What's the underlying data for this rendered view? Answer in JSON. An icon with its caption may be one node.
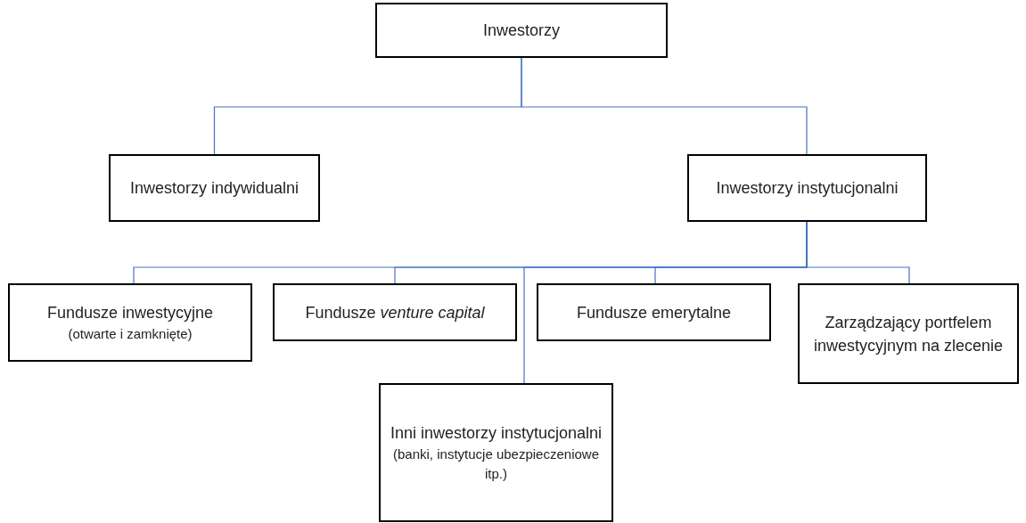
{
  "diagram": {
    "nodes": [
      {
        "text": [
          "Inwestorzy"
        ]
      },
      {
        "text": [
          "Inwestorzy indywidualni"
        ]
      },
      {
        "text": [
          "Inwestorzy instytucjonalni"
        ]
      },
      {
        "text": [
          "Fundusze inwestycyjne",
          "(otwarte i zamknięte)"
        ]
      },
      {
        "text": [
          "Fundusze *venture capital*"
        ]
      },
      {
        "text": [
          "Inni inwestorzy instytucjonalni",
          "(banki, instytucje ubezpieczeniowe itp.)"
        ]
      },
      {
        "text": [
          "Fundusze emerytalne"
        ]
      },
      {
        "text": [
          "Zarządzający portfelem inwestycyjnym na zlecenie"
        ]
      }
    ],
    "edges": [
      {
        "from": 0,
        "to": 1,
        "arrow": "none"
      },
      {
        "from": 0,
        "to": 2,
        "arrow": "none"
      },
      {
        "from": 2,
        "to": 3,
        "arrow": "none"
      },
      {
        "from": 2,
        "to": 4,
        "arrow": "none"
      },
      {
        "from": 2,
        "to": 5,
        "arrow": "none"
      },
      {
        "from": 2,
        "to": 6,
        "arrow": "none"
      },
      {
        "from": 2,
        "to": 7,
        "arrow": "none"
      }
    ]
  }
}
